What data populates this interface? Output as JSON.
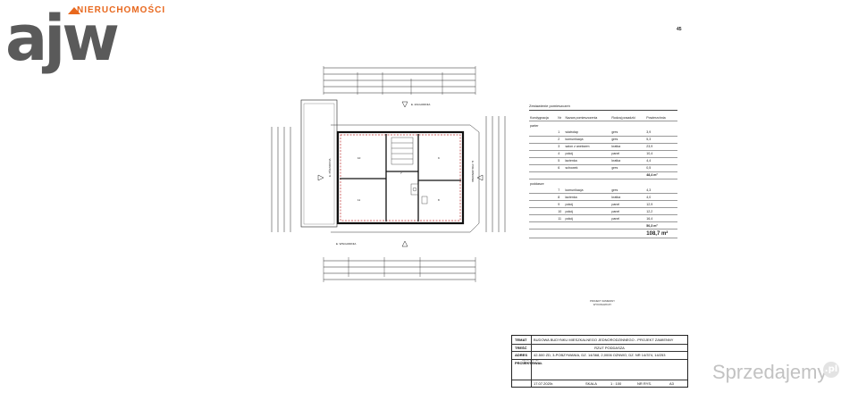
{
  "logo": {
    "brand_letters": "ajw",
    "tagline": "NIERUCHOMOŚCI",
    "accent_color": "#e8681e",
    "letters_color": "#5a5a5a"
  },
  "plan": {
    "section_labels": [
      "E. ZACHODNIA",
      "E. WSCHODNIA",
      "E. PÓŁNOCNA",
      "E. POŁUDNIOWA"
    ],
    "corner_mark": "45"
  },
  "legend": {
    "caption": "Zestawienie pomieszczeń",
    "headers": [
      "Kondygnacja",
      "Nr",
      "Nazwa pomieszczenia",
      "Rodzaj posadzki",
      "Powierzchnia"
    ],
    "parter": {
      "label": "parter",
      "rows": [
        [
          "1",
          "wiatrołap",
          "gres",
          "3,9"
        ],
        [
          "2",
          "komunikacja",
          "gres",
          "5,3"
        ],
        [
          "3",
          "salon z aneksem",
          "kratka",
          "23,9"
        ],
        [
          "4",
          "pokój",
          "panel",
          "10,4"
        ],
        [
          "5",
          "łazienka",
          "kratka",
          "4,4"
        ],
        [
          "6",
          "schowek",
          "gres",
          "0,5"
        ]
      ],
      "sum": "48,4 m²"
    },
    "poddasze": {
      "label": "poddasze",
      "rows": [
        [
          "7",
          "komunikacja",
          "gres",
          "4,3"
        ],
        [
          "8",
          "łazienka",
          "kratka",
          "4,0"
        ],
        [
          "9",
          "pokój",
          "panel",
          "12,9"
        ],
        [
          "10",
          "pokój",
          "panel",
          "12,2"
        ],
        [
          "11",
          "pokój",
          "panel",
          "16,4"
        ]
      ],
      "sum": "50,3 m²"
    },
    "total": "108,7 m²"
  },
  "stamp": "PROJEKT ZAMIENNY WYKONAWCZY",
  "titleblock": {
    "rows": [
      {
        "label": "TEMAT",
        "value": "BUDOWA BUDYNKU MIESZKALNEGO JEDNORODZINNEGO - PROJEKT ZAMIENNY"
      },
      {
        "label": "TREŚĆ",
        "value": "RZUT PODDASZA"
      },
      {
        "label": "ADRES",
        "value": "42-500 ZD, 3-POBZYWANIA, DZ. 14/368, 2,0006 OZNWO, DZ. NR 14/374, 14/253"
      },
      {
        "label": "PROJEKTOWAŁ",
        "value": ""
      }
    ],
    "signature_notes": "mgr inż. arch. upr. bud. nr ewid.",
    "date_label": "17.07.2020r.",
    "scale_label": "SKALA",
    "scale_value": "1 : 100",
    "sheet_label": "NR RYS.",
    "sheet_value": "A3"
  },
  "watermark": {
    "text": "Sprzedajemy",
    "suffix": ".pl"
  }
}
